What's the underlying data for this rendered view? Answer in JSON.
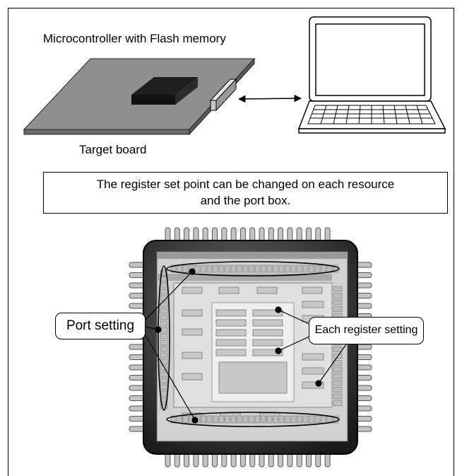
{
  "diagram": {
    "mcu_label": "Microcontroller with Flash memory",
    "board_label": "Target board",
    "note_line1": "The register set point can be changed on each resource",
    "note_line2": "and the port box.",
    "port_callout": "Port setting",
    "register_callout": "Each register setting"
  },
  "colors": {
    "board_top": "#8f8f8f",
    "chip": "#1e1e1e",
    "chip_body": "#4a4a4a",
    "pins": "#c4c4c4",
    "screen": "#d2d2d2"
  },
  "icons": [
    "laptop-icon",
    "chip-icon",
    "connector-icon",
    "bidirectional-arrow-icon"
  ]
}
